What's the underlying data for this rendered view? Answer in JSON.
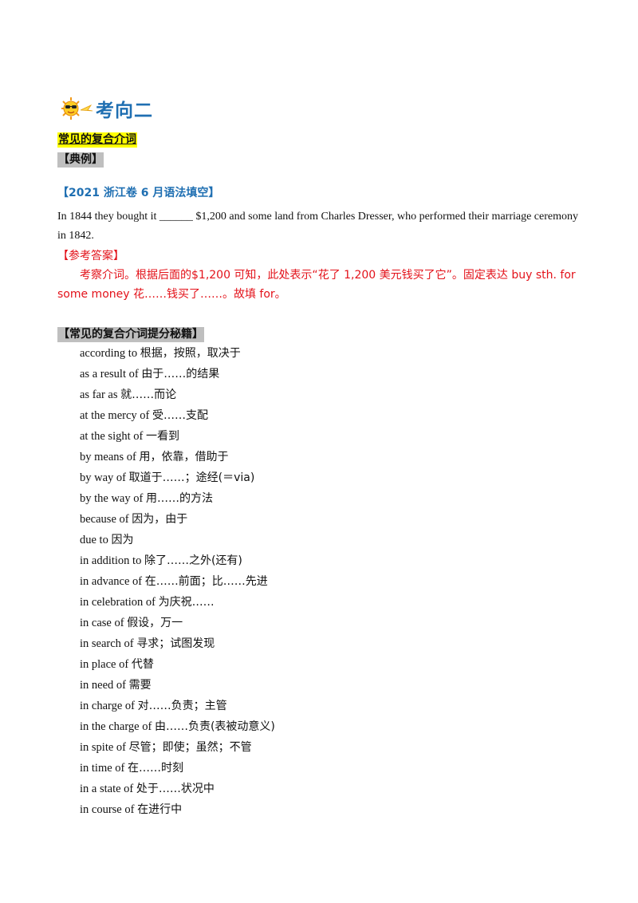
{
  "heading": {
    "icon": "sun-with-sunglasses-icon",
    "title": "考向二"
  },
  "topic_label": "常见的复合介词",
  "example_label": "【典例】",
  "source_label": "【2021 浙江卷 6 月语法填空】",
  "question_text": "In 1844 they bought it ______ $1,200 and some land from Charles Dresser, who performed their  marriage  ceremony in 1842.",
  "answer_label": "【参考答案】",
  "explanation_text": "考察介词。根据后面的$1,200 可知，此处表示“花了 1,200 美元钱买了它”。固定表达 buy  sth. for some money  花……钱买了……。故填 for。",
  "list_label": "【常见的复合介词提分秘籍】",
  "phrases": [
    {
      "en": "according to",
      "zh": "根据，按照，取决于"
    },
    {
      "en": "as a result of",
      "zh": "由于……的结果"
    },
    {
      "en": "as far as",
      "zh": "就……而论"
    },
    {
      "en": "at the mercy of",
      "zh": "受……支配"
    },
    {
      "en": "at the sight of",
      "zh": "一看到"
    },
    {
      "en": "by means of",
      "zh": "用，依靠，借助于"
    },
    {
      "en": "by way of",
      "zh": "取道于……；途经(＝via)"
    },
    {
      "en": "by the way of",
      "zh": "用……的方法"
    },
    {
      "en": "because of",
      "zh": "因为，由于"
    },
    {
      "en": "due to",
      "zh": "因为"
    },
    {
      "en": "in addition to",
      "zh": "除了……之外(还有)"
    },
    {
      "en": "in advance of",
      "zh": "在……前面；比……先进"
    },
    {
      "en": "in celebration of",
      "zh": "为庆祝……"
    },
    {
      "en": "in case of",
      "zh": "假设，万一"
    },
    {
      "en": "in search of",
      "zh": "寻求；试图发现"
    },
    {
      "en": "in place of",
      "zh": "代替"
    },
    {
      "en": "in need of",
      "zh": "需要"
    },
    {
      "en": "in charge of",
      "zh": "对……负责；主管"
    },
    {
      "en": "in the charge of",
      "zh": "由……负责(表被动意义)"
    },
    {
      "en": "in spite of",
      "zh": "尽管；即使；虽然；不管"
    },
    {
      "en": "in time of",
      "zh": "在……时刻"
    },
    {
      "en": "in a state of",
      "zh": "处于……状况中"
    },
    {
      "en": "in course of",
      "zh": "在进行中"
    }
  ]
}
